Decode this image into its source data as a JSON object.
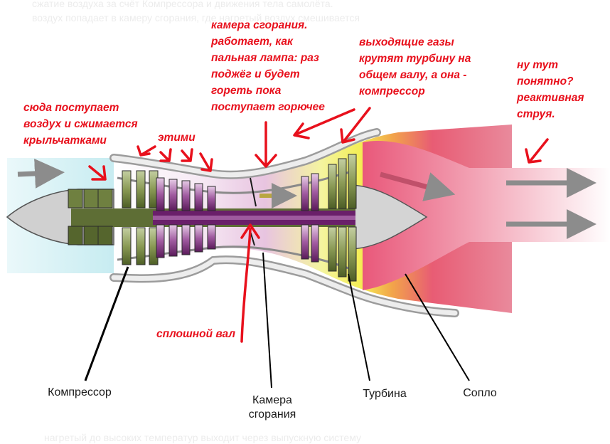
{
  "colors": {
    "annotation": "#e8101c",
    "compressor_low": "#5e6e35",
    "compressor_high": "#6e2a6e",
    "combustion_yellow": "#f2f24a",
    "nozzle_pink": "#e8607a",
    "intake_cyan": "#cdeff3",
    "arrow_gray": "#8c8c8c",
    "casing": "#9c9c9c",
    "shaft": "#6a1f6a"
  },
  "annotations": {
    "intake": "сюда поступает\nвоздух и сжимается\nкрыльчатками",
    "these": "этими",
    "combustion": "камера сгорания.\nработает, как\nпальная лампа: раз\nподжёг и будет\nгореть пока\nпоступает горючее",
    "turbine": "выходящие газы\nкрутят турбину на\nобщем валу, а она -\nкомпрессор",
    "nozzle": "ну тут\nпонятно?\nреактивная\nструя.",
    "shaft": "сплошной вал"
  },
  "labels": {
    "compressor": "Компрессор",
    "combustion_chamber": "Камера\nсгорания",
    "turbine": "Турбина",
    "nozzle": "Сопло"
  },
  "background_text": {
    "top_line_1": "сжатие воздуха за счёт Компрессора и движения тела самолёта.",
    "top_line_2": "воздух попадает в камеру сгорания, где нагретый воздух смешивается",
    "bottom_line": "нагретый до высоких температур выходит через выпускную систему"
  }
}
